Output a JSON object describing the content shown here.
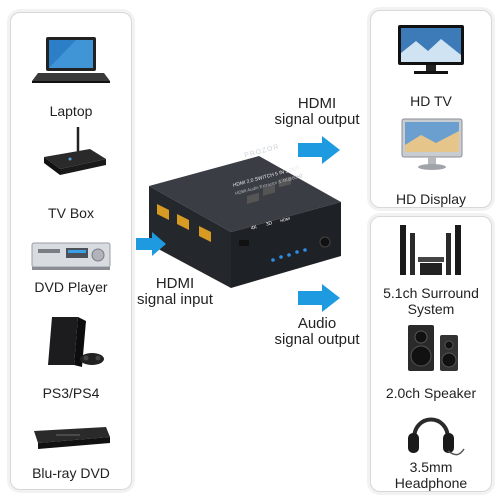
{
  "sources": [
    {
      "label": "Laptop",
      "icon": "laptop-icon"
    },
    {
      "label": "TV Box",
      "icon": "tv-box-icon"
    },
    {
      "label": "DVD Player",
      "icon": "dvd-player-icon"
    },
    {
      "label": "PS3/PS4",
      "icon": "game-console-icon"
    },
    {
      "label": "Blu-ray DVD",
      "icon": "bluray-player-icon"
    }
  ],
  "displays": [
    {
      "label": "HD TV",
      "icon": "tv-icon"
    },
    {
      "label": "HD Display",
      "icon": "monitor-icon"
    }
  ],
  "audio_outputs": [
    {
      "label": "5.1ch Surround\nSystem",
      "icon": "surround-speakers-icon"
    },
    {
      "label": "2.0ch Speaker",
      "icon": "stereo-speakers-icon"
    },
    {
      "label": "3.5mm\nHeadphone",
      "icon": "headphone-icon"
    }
  ],
  "captions": {
    "hdmi_input": "HDMI\nsignal input",
    "hdmi_output": "HDMI\nsignal output",
    "audio_output": "Audio\nsignal output"
  },
  "device": {
    "brand": "PROZOR",
    "line1": "HDMI 2.0 SWITCH 5 IN 1 OUT",
    "line2": "HDMI Audio Extractor & 4K@60HZ",
    "badge_4k": "4K",
    "badge_3d": "3D",
    "badge_hdmi": "HDMI"
  },
  "colors": {
    "arrow": "#1e9be0",
    "device_body": "#2b2e33",
    "panel_border": "#d8d8d8"
  }
}
